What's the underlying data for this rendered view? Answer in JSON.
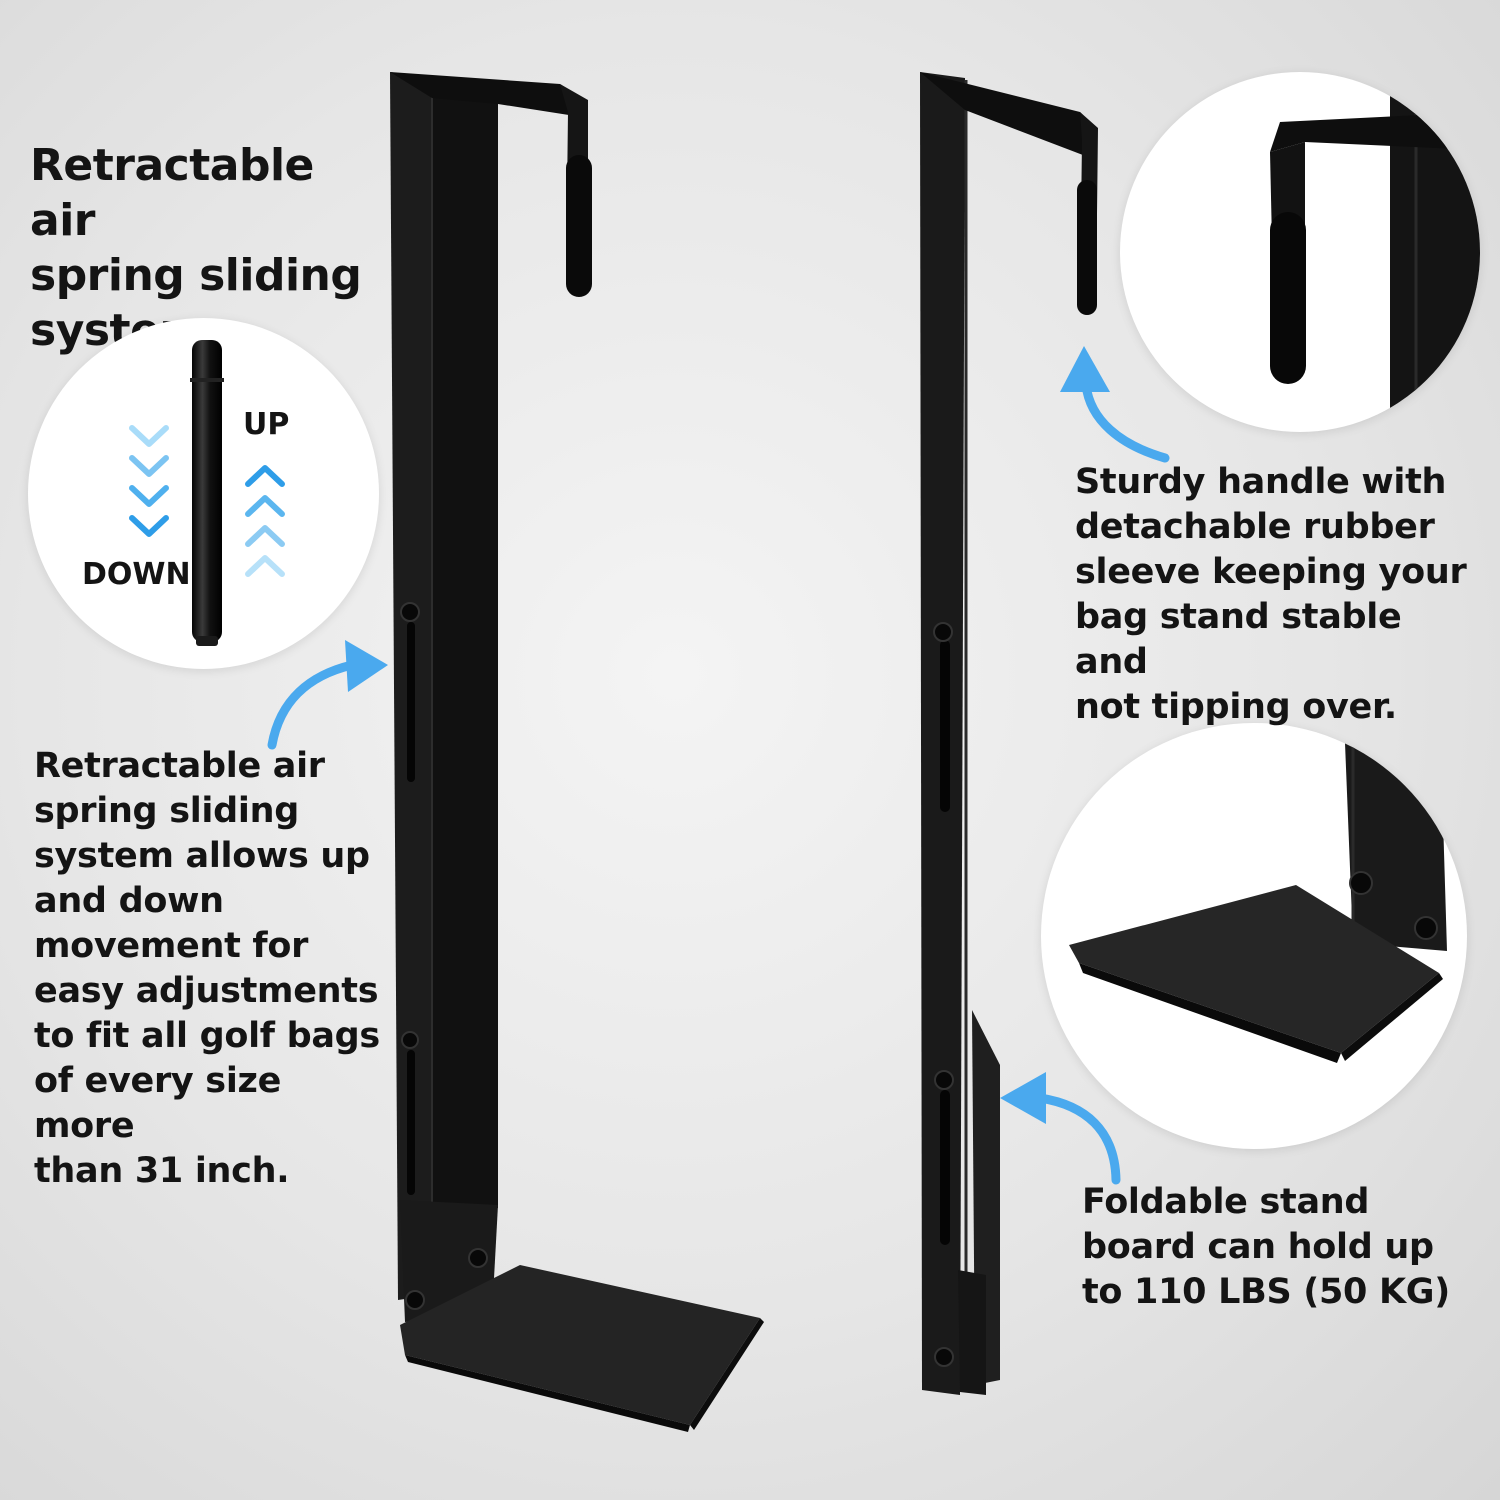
{
  "headline": {
    "lines": [
      "Retractable air",
      "spring sliding",
      "system"
    ]
  },
  "spring_inset": {
    "up_label": "UP",
    "down_label": "DOWN",
    "up_arrow_color": "#7cc4f2",
    "down_arrow_color": "#2e9de8"
  },
  "left_caption": {
    "lines": [
      "Retractable air",
      "spring sliding",
      "system allows up",
      "and down",
      "movement for",
      "easy adjustments",
      "to fit all golf bags",
      "of every size more",
      "than 31 inch."
    ]
  },
  "handle_caption": {
    "lines": [
      "Sturdy handle with",
      "detachable rubber",
      "sleeve keeping your",
      "bag stand stable and",
      "not tipping over."
    ]
  },
  "board_caption": {
    "lines": [
      "Foldable stand",
      "board can hold up",
      "to 110 LBS (50 KG)"
    ]
  },
  "colors": {
    "product_black": "#141414",
    "arrow_blue": "#4aa9ee",
    "background": "#e8e8e8"
  },
  "icons": [
    "curved-arrow-icon",
    "chevron-down-icon",
    "chevron-up-icon"
  ]
}
